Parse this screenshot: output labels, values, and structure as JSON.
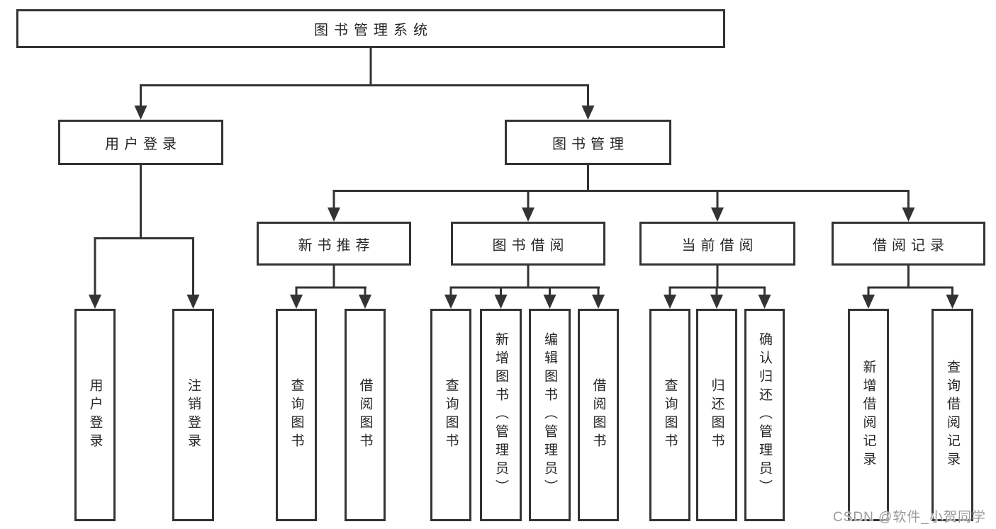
{
  "diagram": {
    "title": "图书管理系统",
    "nodes": {
      "root": {
        "label": "图书管理系统"
      },
      "level2": [
        {
          "label": "用户登录"
        },
        {
          "label": "图书管理"
        }
      ],
      "level3": [
        {
          "label": "新书推荐",
          "parent": "图书管理"
        },
        {
          "label": "图书借阅",
          "parent": "图书管理"
        },
        {
          "label": "当前借阅",
          "parent": "图书管理"
        },
        {
          "label": "借阅记录",
          "parent": "图书管理"
        }
      ],
      "leaves": [
        {
          "label": "用户登录",
          "parent": "用户登录"
        },
        {
          "label": "注销登录",
          "parent": "用户登录"
        },
        {
          "label": "查询图书",
          "parent": "新书推荐"
        },
        {
          "label": "借阅图书",
          "parent": "新书推荐"
        },
        {
          "label": "查询图书",
          "parent": "图书借阅"
        },
        {
          "label": "新增图书（管理员）",
          "parent": "图书借阅"
        },
        {
          "label": "编辑图书（管理员）",
          "parent": "图书借阅"
        },
        {
          "label": "借阅图书",
          "parent": "图书借阅"
        },
        {
          "label": "查询图书",
          "parent": "当前借阅"
        },
        {
          "label": "归还图书",
          "parent": "当前借阅"
        },
        {
          "label": "确认归还（管理员）",
          "parent": "当前借阅"
        },
        {
          "label": "新增借阅记录",
          "parent": "借阅记录"
        },
        {
          "label": "查询借阅记录",
          "parent": "借阅记录"
        }
      ]
    },
    "colors": {
      "line": "#333333",
      "box_border": "#333333",
      "text": "#262626",
      "background": "#ffffff",
      "watermark": "#9b9b9b"
    }
  },
  "watermark": {
    "text": "CSDN @软件_小贺同学"
  }
}
